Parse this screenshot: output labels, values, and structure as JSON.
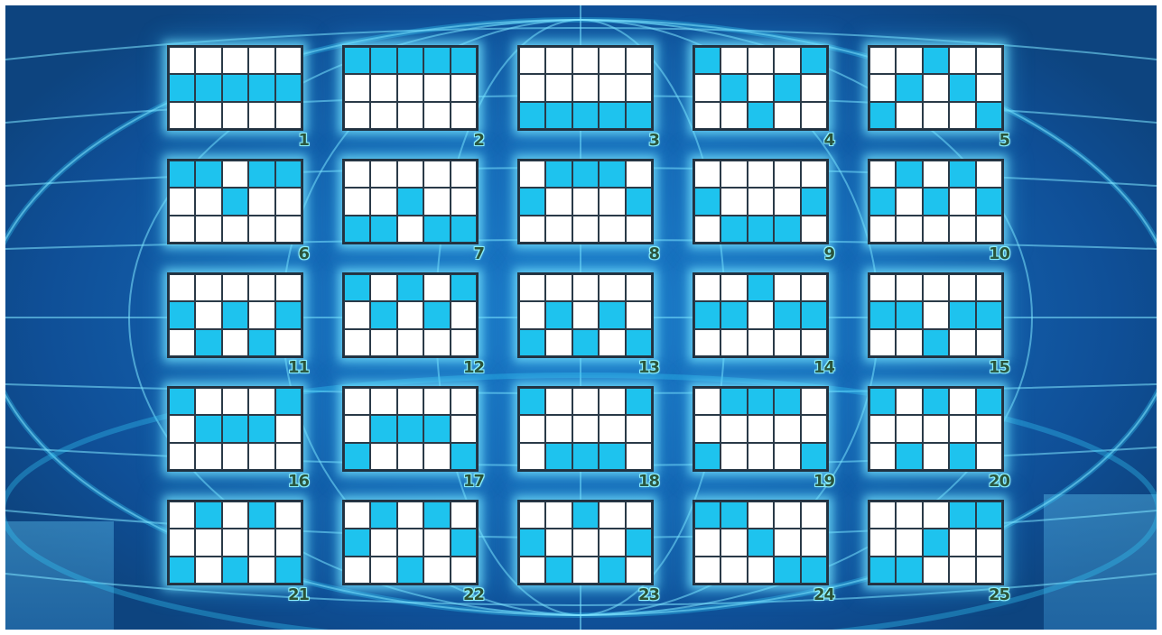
{
  "paytable": {
    "rows": 3,
    "reels": 5,
    "colors": {
      "background": "#1566b4",
      "grid_line": "#7fe6ff",
      "cell_off": "#ffffff",
      "cell_on": "#1ec3ee",
      "frame": "#2a3a48",
      "number_text": "#2c5236"
    },
    "lines": [
      {
        "number": "1",
        "rows_per_reel": [
          2,
          2,
          2,
          2,
          2
        ]
      },
      {
        "number": "2",
        "rows_per_reel": [
          1,
          1,
          1,
          1,
          1
        ]
      },
      {
        "number": "3",
        "rows_per_reel": [
          3,
          3,
          3,
          3,
          3
        ]
      },
      {
        "number": "4",
        "rows_per_reel": [
          1,
          2,
          3,
          2,
          1
        ]
      },
      {
        "number": "5",
        "rows_per_reel": [
          3,
          2,
          1,
          2,
          3
        ]
      },
      {
        "number": "6",
        "rows_per_reel": [
          1,
          1,
          2,
          1,
          1
        ]
      },
      {
        "number": "7",
        "rows_per_reel": [
          3,
          3,
          2,
          3,
          3
        ]
      },
      {
        "number": "8",
        "rows_per_reel": [
          2,
          1,
          1,
          1,
          2
        ]
      },
      {
        "number": "9",
        "rows_per_reel": [
          2,
          3,
          3,
          3,
          2
        ]
      },
      {
        "number": "10",
        "rows_per_reel": [
          2,
          1,
          2,
          1,
          2
        ]
      },
      {
        "number": "11",
        "rows_per_reel": [
          2,
          3,
          2,
          3,
          2
        ]
      },
      {
        "number": "12",
        "rows_per_reel": [
          1,
          2,
          1,
          2,
          1
        ]
      },
      {
        "number": "13",
        "rows_per_reel": [
          3,
          2,
          3,
          2,
          3
        ]
      },
      {
        "number": "14",
        "rows_per_reel": [
          2,
          2,
          1,
          2,
          2
        ]
      },
      {
        "number": "15",
        "rows_per_reel": [
          2,
          2,
          3,
          2,
          2
        ]
      },
      {
        "number": "16",
        "rows_per_reel": [
          1,
          2,
          2,
          2,
          1
        ]
      },
      {
        "number": "17",
        "rows_per_reel": [
          3,
          2,
          2,
          2,
          3
        ]
      },
      {
        "number": "18",
        "rows_per_reel": [
          1,
          3,
          3,
          3,
          1
        ]
      },
      {
        "number": "19",
        "rows_per_reel": [
          3,
          1,
          1,
          1,
          3
        ]
      },
      {
        "number": "20",
        "rows_per_reel": [
          1,
          3,
          1,
          3,
          1
        ]
      },
      {
        "number": "21",
        "rows_per_reel": [
          3,
          1,
          3,
          1,
          3
        ]
      },
      {
        "number": "22",
        "rows_per_reel": [
          2,
          1,
          3,
          1,
          2
        ]
      },
      {
        "number": "23",
        "rows_per_reel": [
          2,
          3,
          1,
          3,
          2
        ]
      },
      {
        "number": "24",
        "rows_per_reel": [
          1,
          1,
          2,
          3,
          3
        ]
      },
      {
        "number": "25",
        "rows_per_reel": [
          3,
          3,
          2,
          1,
          1
        ]
      }
    ]
  }
}
